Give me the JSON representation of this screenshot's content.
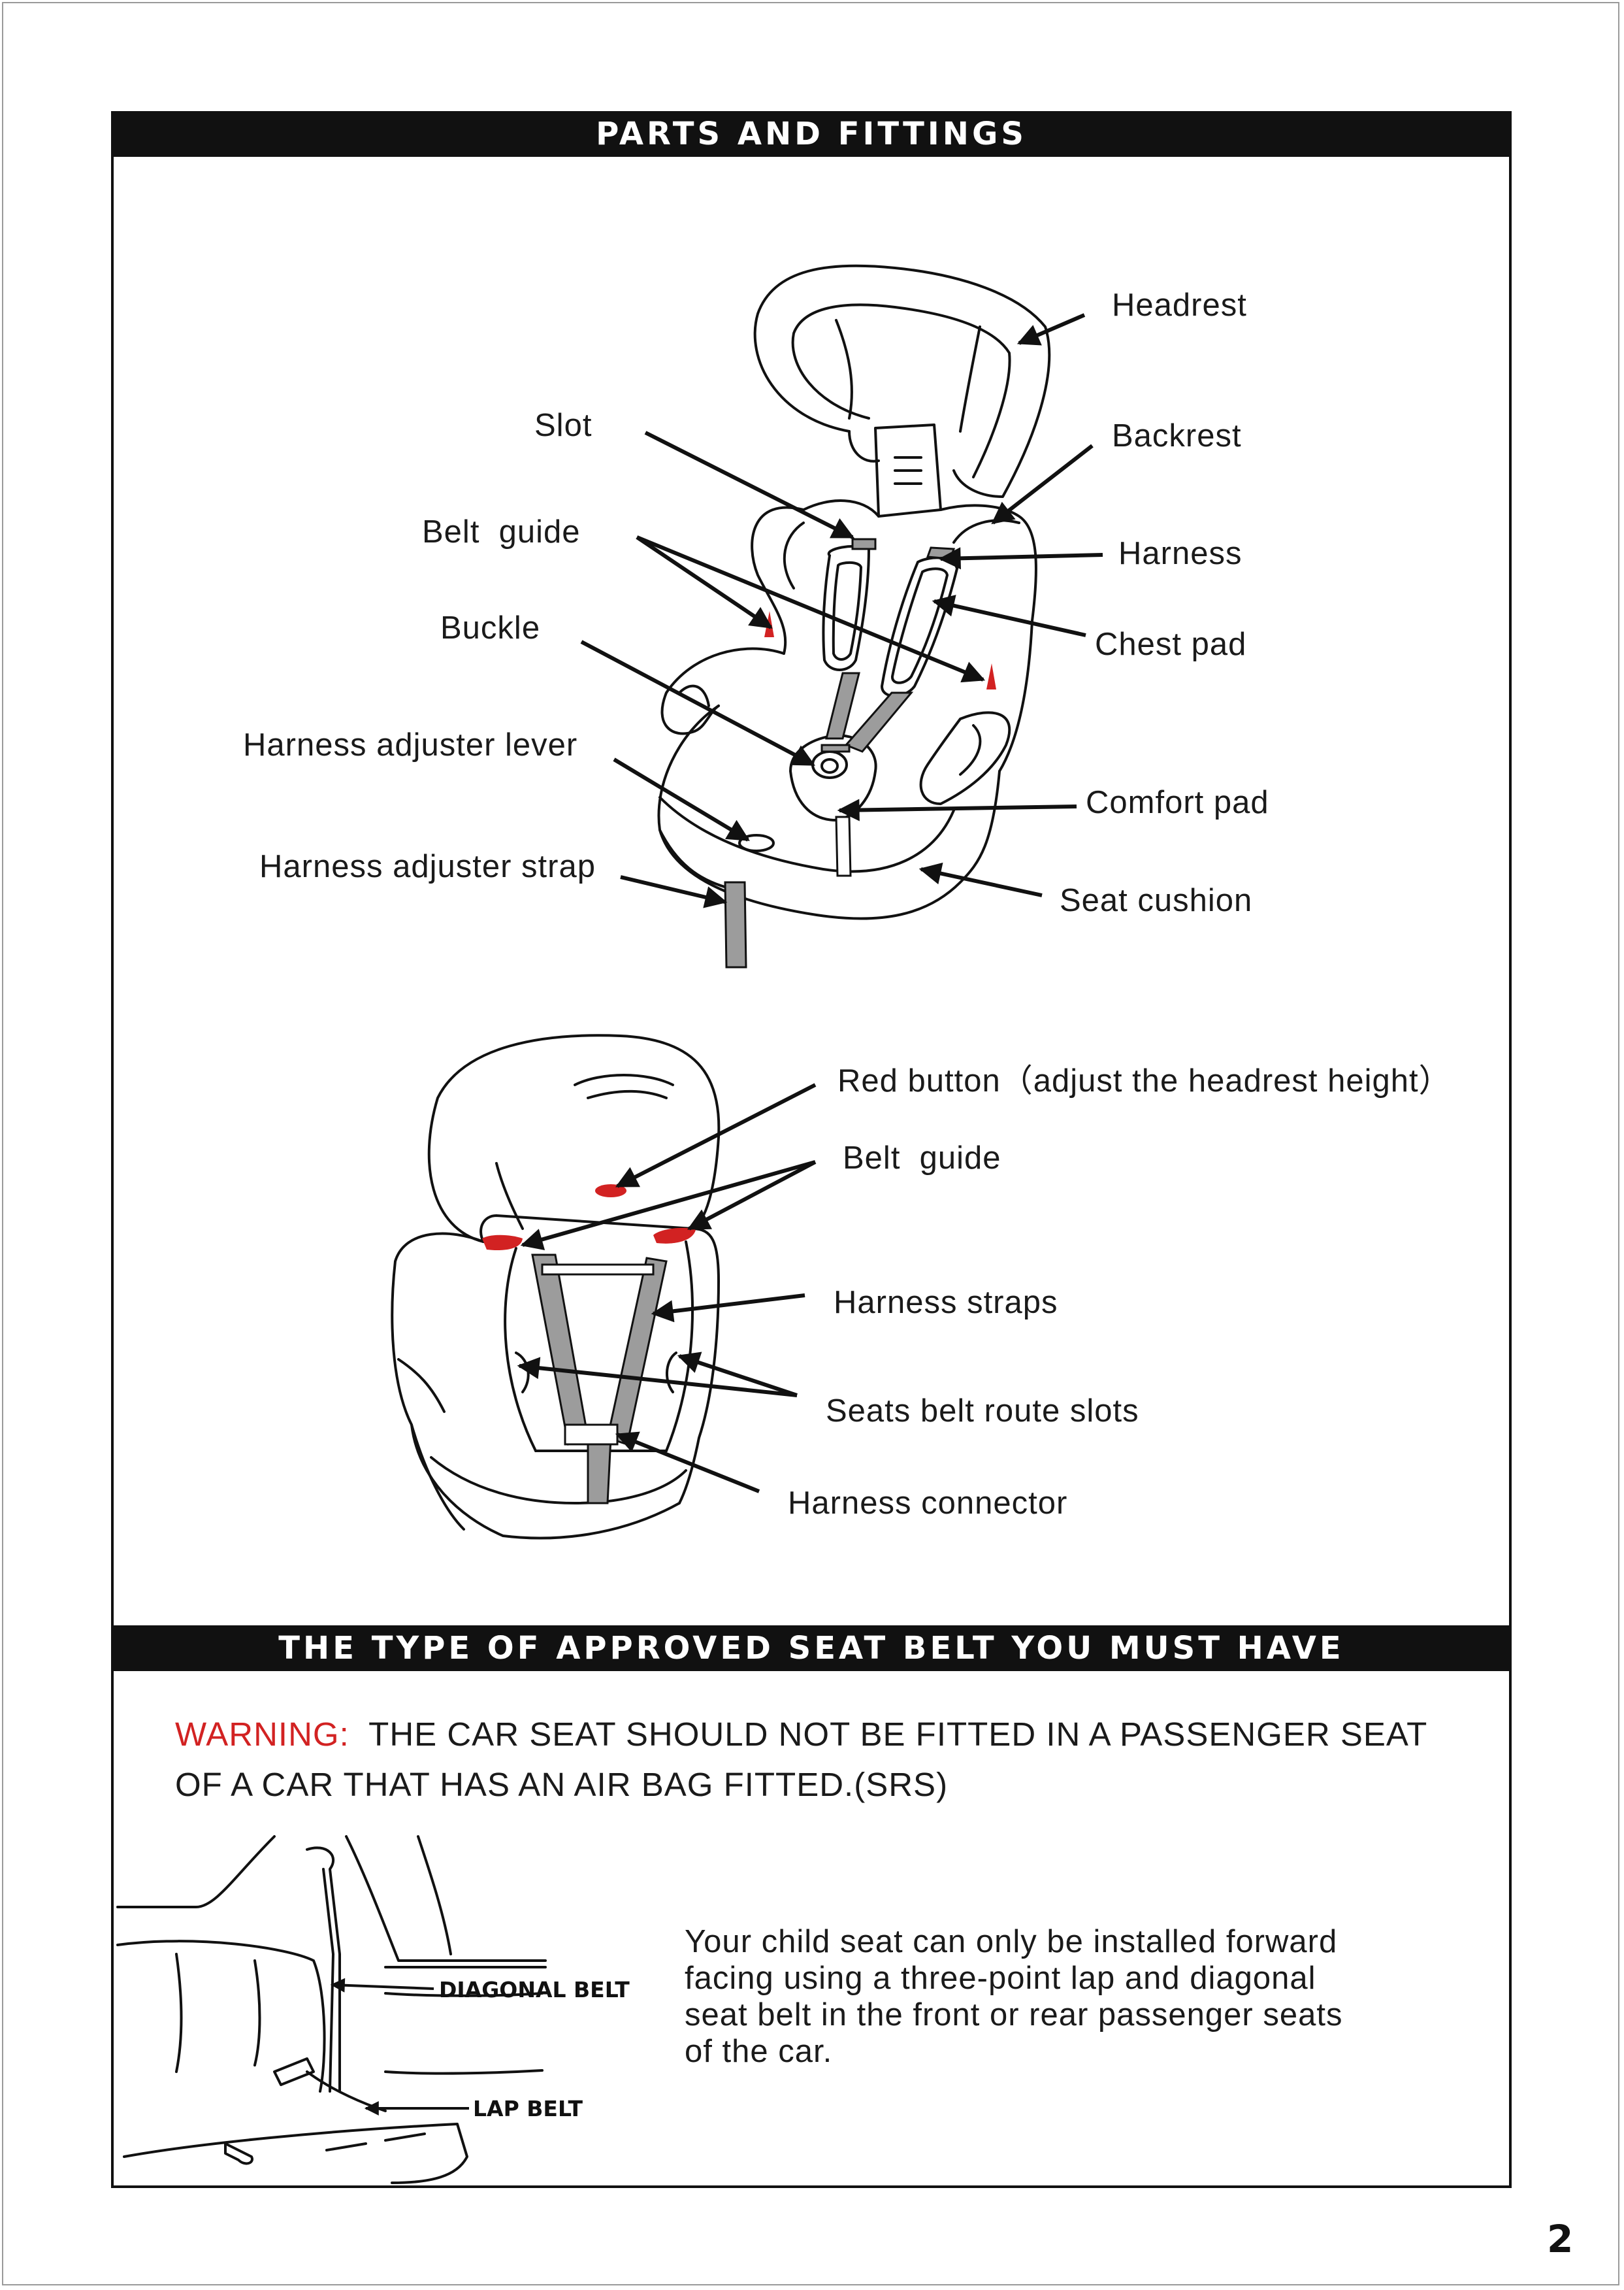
{
  "sections": {
    "parts_title": "PARTS AND FITTINGS",
    "belt_title": "THE TYPE OF APPROVED SEAT BELT YOU MUST HAVE"
  },
  "parts_labels": {
    "headrest": "Headrest",
    "backrest": "Backrest",
    "slot": "Slot",
    "belt_guide": "Belt  guide",
    "harness": "Harness",
    "buckle": "Buckle",
    "chest_pad": "Chest pad",
    "harness_adjuster_lever": "Harness adjuster lever",
    "comfort_pad": "Comfort pad",
    "harness_adjuster_strap": "Harness adjuster strap",
    "seat_cushion": "Seat cushion"
  },
  "booster_labels": {
    "red_button": "Red button（adjust the headrest height）",
    "belt_guide": "Belt  guide",
    "harness_straps": "Harness straps",
    "seat_belt_route_slots": "Seats belt route slots",
    "harness_connector": "Harness connector"
  },
  "warning": {
    "prefix": "WARNING",
    "separator": ":",
    "text": "  THE CAR SEAT SHOULD NOT BE FITTED IN A PASSENGER SEAT OF A CAR THAT HAS AN AIR BAG FITTED.(SRS)"
  },
  "belt_figure": {
    "diagonal_belt": "DIAGONAL BELT",
    "lap_belt": "LAP BELT"
  },
  "install_text": [
    "Your child seat can only be installed forward",
    "facing using a three-point lap and diagonal",
    "seat belt in the front or rear passenger seats",
    "of the car."
  ],
  "page_number": "2",
  "colors": {
    "accent_red": "#d22222",
    "header_bg": "#111111",
    "strap_gray": "#9c9c9c"
  }
}
